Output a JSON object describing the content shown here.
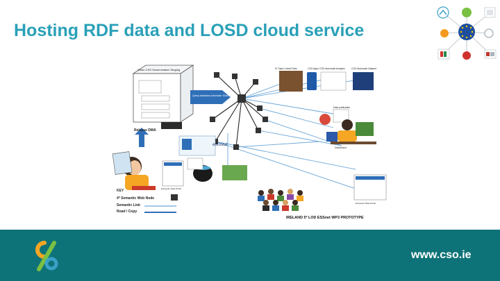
{
  "slide": {
    "title": "Hosting RDF data and LOSD cloud service",
    "footer_url": "www.cso.ie"
  },
  "diagram": {
    "cloud_box_label": "Clean CSO Dissemination Staging",
    "query_box_label": "Query database Automate: SDMX/RDF",
    "release_label": "Release DMA",
    "eurostat_label": "eurostat",
    "star_rating_caption": "5* Open Linked Data",
    "app_label_1": "CSO Apps",
    "app_label_2": "CSO Automatic Analysis",
    "app_label_3": "CSO Automatic Dataset",
    "datasets_label": "Data publication",
    "dashboard_caption": "Dashboard",
    "portal_label_left": "European Data Portal",
    "portal_label_right": "European Data Portal",
    "key_title": "KEY",
    "key_node": "4* Semantic Web Node",
    "key_link": "Semantic Link",
    "key_road": "Road / Copy",
    "prototype_caption": "IRELAND 5* LOD ESSnet WP3 PROTOTYPE"
  },
  "colors": {
    "title": "#2aa0b8",
    "footer_band": "#0e7378",
    "link_blue": "#6aa6d8",
    "node_dark": "#333333",
    "arrow_blue": "#2f6fb8"
  }
}
